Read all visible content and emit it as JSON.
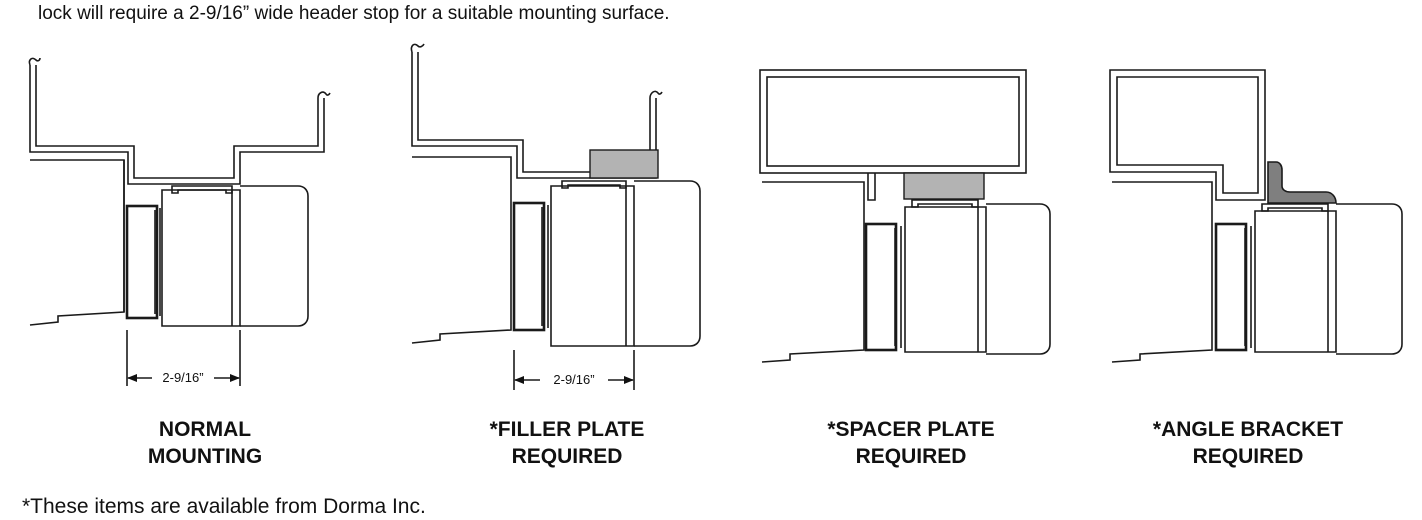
{
  "intro_text": "lock will require a 2-9/16” wide header stop for a suitable mounting surface.",
  "footnote_text": "*These items are available from Dorma Inc.",
  "panels": [
    {
      "caption_line1": "NORMAL",
      "caption_line2": "MOUNTING",
      "dimension_label": "2-9/16”"
    },
    {
      "caption_line1": "*FILLER PLATE",
      "caption_line2": "REQUIRED",
      "dimension_label": "2-9/16”"
    },
    {
      "caption_line1": "*SPACER PLATE",
      "caption_line2": "REQUIRED"
    },
    {
      "caption_line1": "*ANGLE BRACKET",
      "caption_line2": "REQUIRED"
    }
  ],
  "colors": {
    "line": "#1a1a1a",
    "plate_fill": "#b3b3b3",
    "bracket_fill": "#7f7f7f"
  }
}
